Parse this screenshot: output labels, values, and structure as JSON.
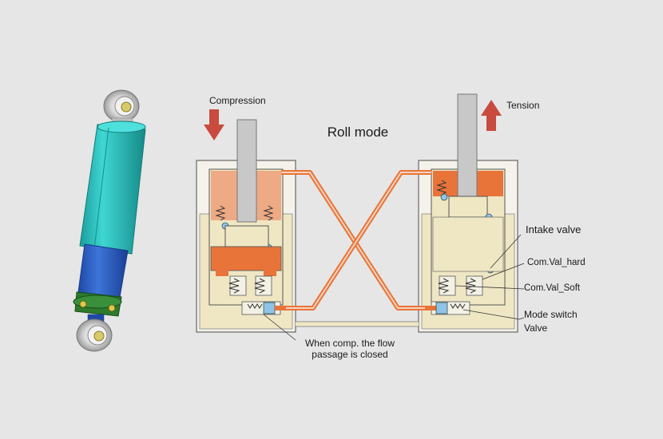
{
  "diagram": {
    "title": "Roll mode",
    "labels": {
      "compression": "Compression",
      "tension": "Tension",
      "intake_valve": "Intake valve",
      "com_val_hard": "Com.Val_hard",
      "com_val_soft": "Com.Val_Soft",
      "mode_switch_line1": "Mode switch",
      "mode_switch_line2": "Valve",
      "note_line1": "When comp. the flow",
      "note_line2": "passage is closed"
    },
    "colors": {
      "background": "#e6e6e6",
      "shock_body": "#2ec4c0",
      "shock_lower": "#2f63c8",
      "clamp": "#2d7a2d",
      "oil_cream": "#efe7c4",
      "high_pressure": "#e9743a",
      "low_pressure": "#eeaa84",
      "piston_rod": "#c8c8c8",
      "arrow": "#c94a3e",
      "valve_blue": "#8fc4e6"
    }
  }
}
